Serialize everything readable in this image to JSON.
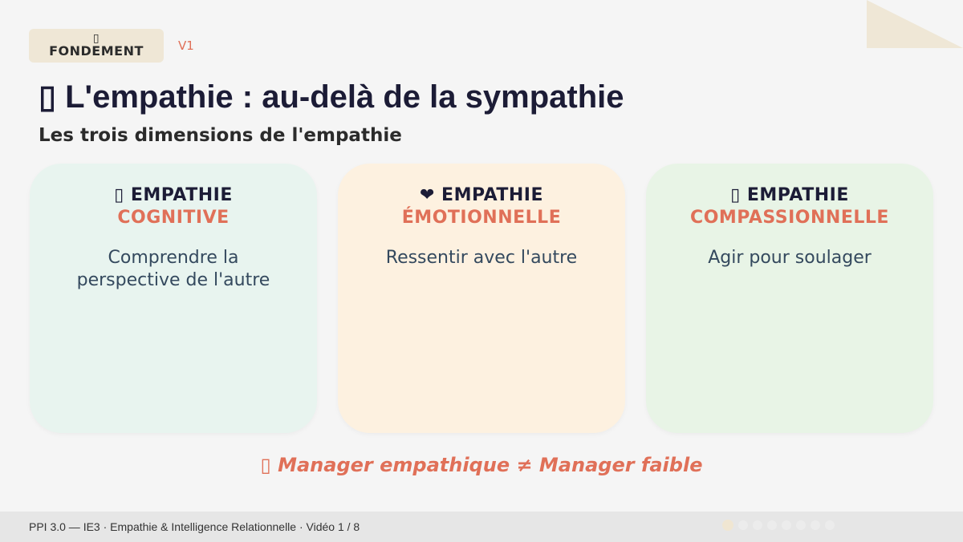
{
  "tag": {
    "icon": "▯",
    "label": "FONDEMENT"
  },
  "version": "V1",
  "title": "▯ L'empathie : au-delà de la sympathie",
  "subtitle": "Les trois dimensions de l'empathie",
  "cards": [
    {
      "line1": "▯ EMPATHIE",
      "line2": "COGNITIVE",
      "desc": "Comprendre la perspective de l'autre"
    },
    {
      "line1": "❤ EMPATHIE",
      "line2": "ÉMOTIONNELLE",
      "desc": "Ressentir avec l'autre"
    },
    {
      "line1": "▯ EMPATHIE",
      "line2": "COMPASSIONNELLE",
      "desc": "Agir pour soulager"
    }
  ],
  "quote": "▯ Manager empathique ≠ Manager faible",
  "footer": {
    "text": "PPI 3.0 — IE3 · Empathie & Intelligence Relationnelle · Vidéo 1 / 8"
  },
  "progress": {
    "current": 1,
    "total": 8
  },
  "colors": {
    "accent": "#e07058",
    "dark": "#1c1c36",
    "tag_bg": "#efe7d6"
  }
}
